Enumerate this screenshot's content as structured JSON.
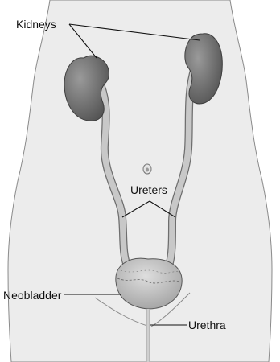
{
  "labels": {
    "kidneys": "Kidneys",
    "ureters": "Ureters",
    "neobladder": "Neobladder",
    "urethra": "Urethra"
  },
  "colors": {
    "torso_fill": "#ececec",
    "outline": "#7a7a7a",
    "kidney": "#6f6f6f",
    "ureter_fill": "#c4c4c4",
    "bladder": "#bdbdbd",
    "leader_line": "#111111"
  }
}
